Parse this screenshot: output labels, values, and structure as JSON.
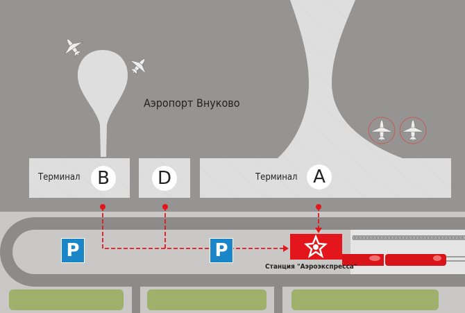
{
  "map": {
    "airport_label": "Аэропорт Внуково",
    "terminals": [
      {
        "label": "Терминал",
        "letter": "B"
      },
      {
        "label": "",
        "letter": "D"
      },
      {
        "label": "Терминал",
        "letter": "A"
      }
    ],
    "parking": [
      {
        "label": "P"
      },
      {
        "label": "P"
      }
    ],
    "station_label": "Станция \"Аэроэкспресса\"",
    "colors": {
      "accent": "#e3161b",
      "parking": "#1a86c8",
      "grass": "#9fb06a"
    }
  }
}
